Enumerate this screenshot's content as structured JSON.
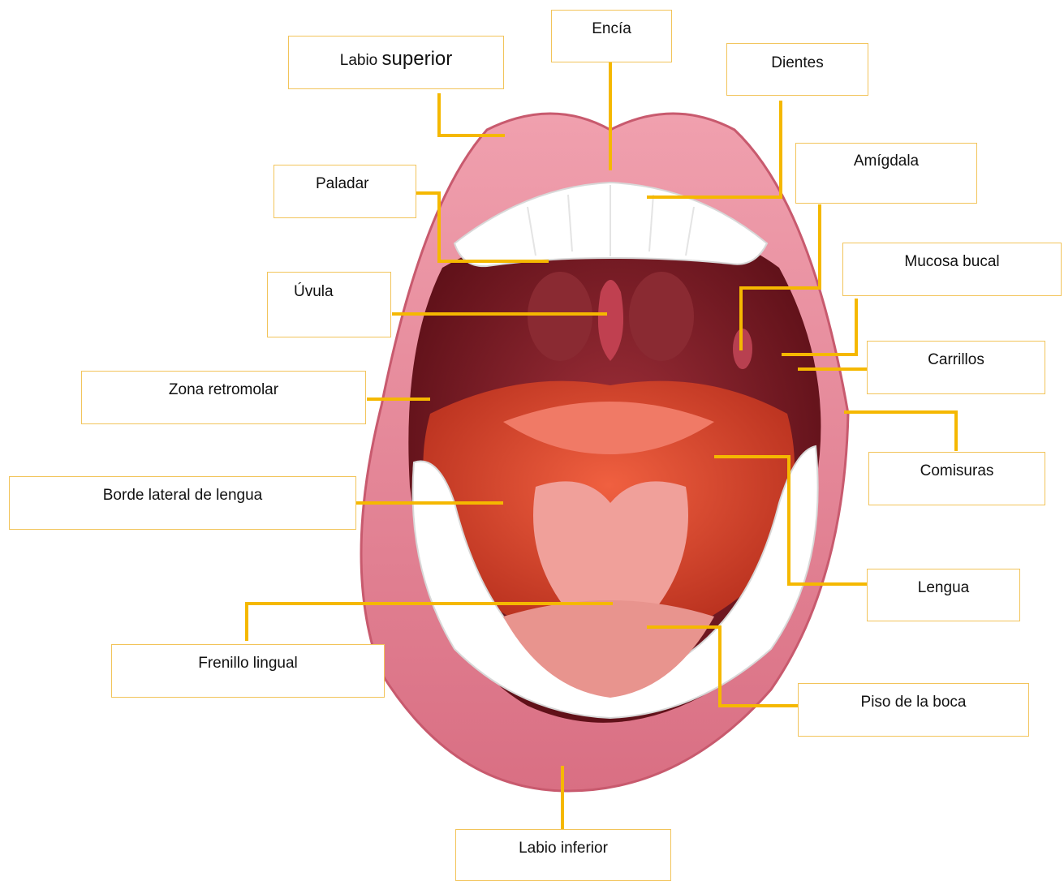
{
  "labels": {
    "encia": "Encía",
    "labio_superior_a": "Labio ",
    "labio_superior_b": "superior",
    "dientes": "Dientes",
    "amigdala": "Amígdala",
    "paladar": "Paladar",
    "mucosa_bucal": "Mucosa bucal",
    "uvula": "Úvula",
    "carrillos": "Carrillos",
    "zona_retromolar": "Zona retromolar",
    "comisuras": "Comisuras",
    "borde_lateral": "Borde lateral de lengua",
    "lengua": "Lengua",
    "frenillo": "Frenillo lingual",
    "piso": "Piso de la boca",
    "labio_inferior": "Labio inferior"
  },
  "colors": {
    "leader_line": "#f5b800",
    "box_border": "#f2c45a",
    "lip": "#e98a9a",
    "lip_dark": "#c85a6e",
    "mouth_cavity": "#7a1a22",
    "tongue": "#d8452b",
    "tongue_light": "#f07a66",
    "teeth": "#ffffff"
  }
}
